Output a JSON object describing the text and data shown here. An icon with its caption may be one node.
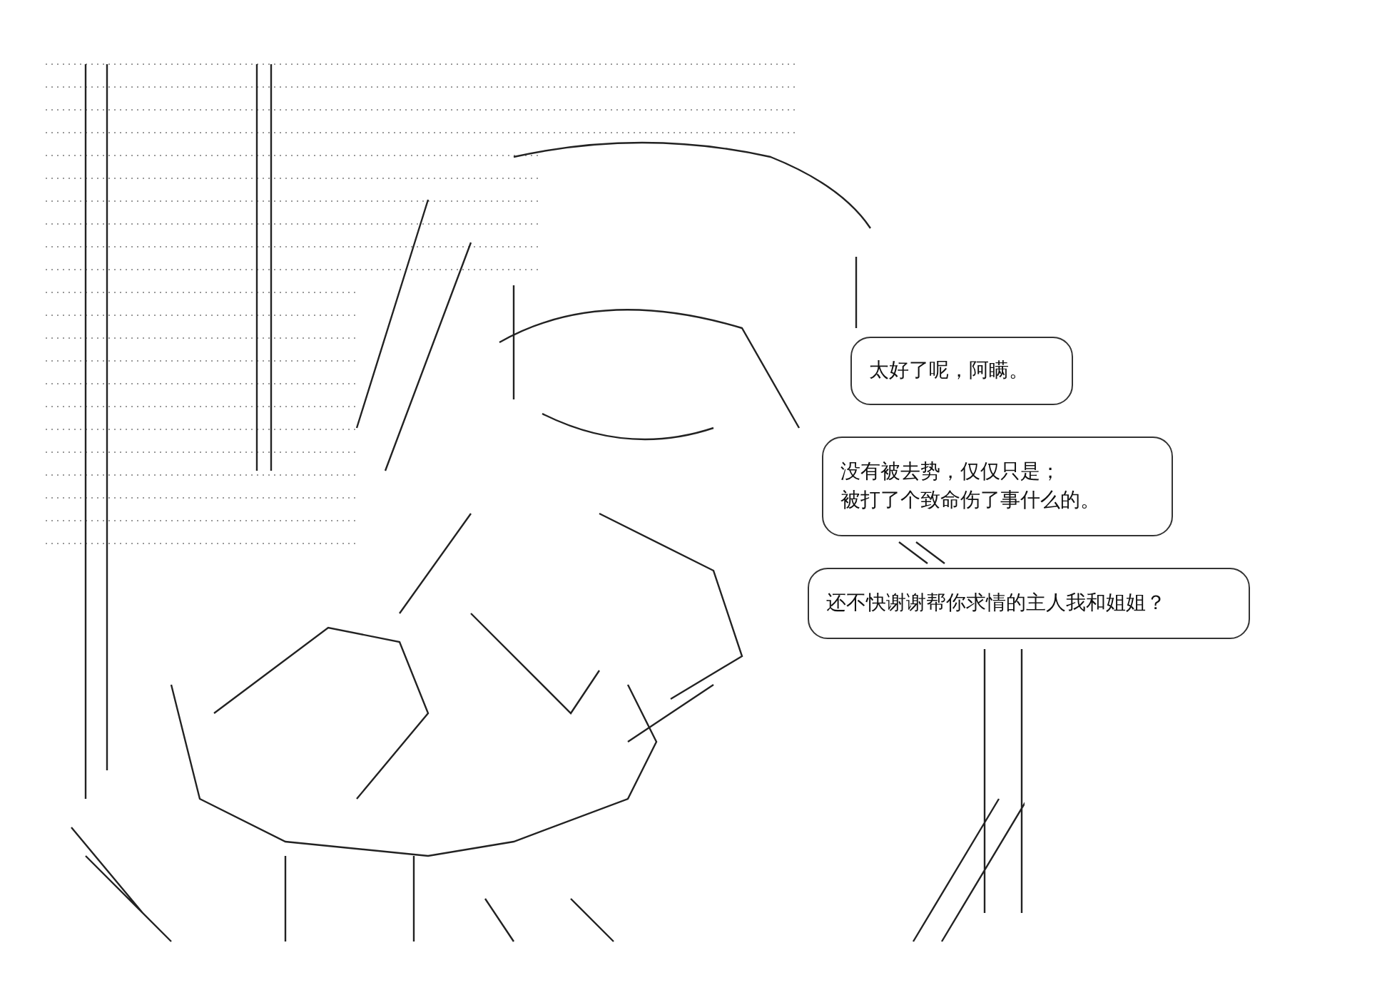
{
  "diagram": {
    "nodes": [
      {
        "text": [
          "太好了呢，阿瞒。"
        ]
      },
      {
        "text": [
          "没有被去势，仅仅只是；",
          "被打了个致命伤了事什么的。"
        ]
      },
      {
        "text": [
          "还不快谢谢帮你求情的主人我和姐姐？"
        ]
      }
    ]
  }
}
